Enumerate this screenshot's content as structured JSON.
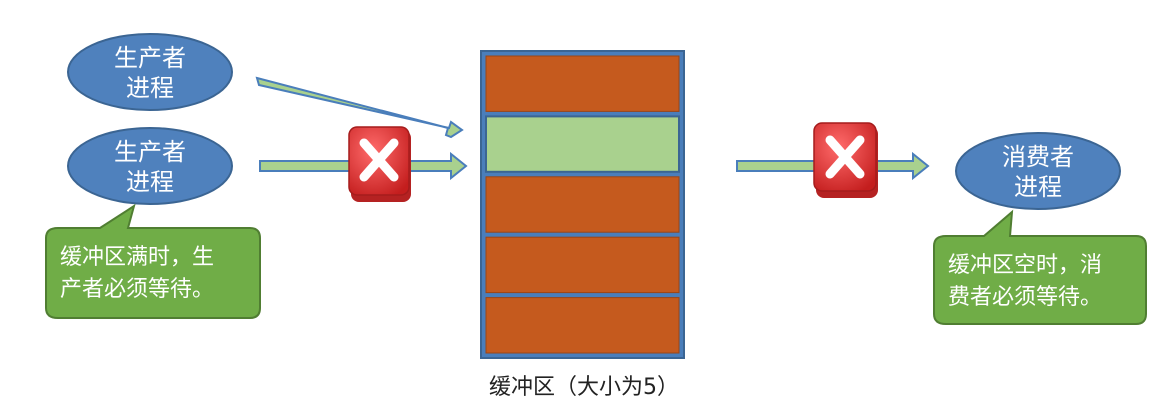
{
  "producer_1": {
    "line1": "生产者",
    "line2": "进程"
  },
  "producer_2": {
    "line1": "生产者",
    "line2": "进程"
  },
  "consumer": {
    "line1": "消费者",
    "line2": "进程"
  },
  "producer_note": {
    "line1": "缓冲区满时，生",
    "line2": "产者必须等待。"
  },
  "consumer_note": {
    "line1": "缓冲区空时，消",
    "line2": "费者必须等待。"
  },
  "buffer": {
    "caption": "缓冲区（大小为5）",
    "slots": [
      {
        "state": "full"
      },
      {
        "state": "empty"
      },
      {
        "state": "full"
      },
      {
        "state": "full"
      },
      {
        "state": "full"
      }
    ]
  },
  "colors": {
    "process_fill": "#4f81bd",
    "process_stroke": "#3b6593",
    "note_fill": "#70ad47",
    "note_stroke": "#507e32",
    "buffer_frame": "#4a7ebb",
    "slot_full": "#c55a1e",
    "slot_empty": "#a9d18e",
    "arrow_fill": "#a9d18e",
    "arrow_stroke": "#4a7ebb",
    "block_fill": "#e03c3c"
  }
}
